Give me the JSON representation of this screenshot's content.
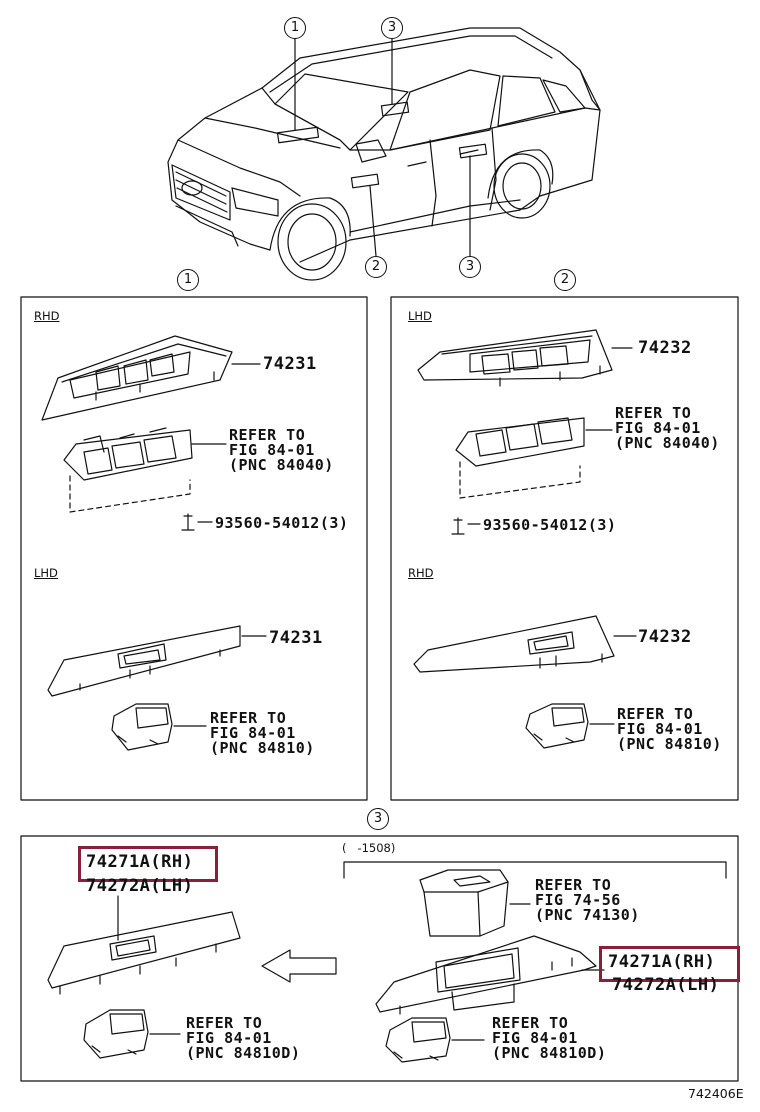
{
  "callouts": {
    "c1": "1",
    "c2": "2",
    "c3": "3"
  },
  "panel1": {
    "rhd": {
      "tag": "RHD",
      "part": "74231",
      "refer": "REFER TO\nFIG 84-01\n(PNC 84040)",
      "screw": "93560-54012(3)"
    },
    "lhd": {
      "tag": "LHD",
      "part": "74231",
      "refer": "REFER TO\nFIG 84-01\n(PNC 84810)"
    }
  },
  "panel2": {
    "lhd": {
      "tag": "LHD",
      "part": "74232",
      "refer": "REFER TO\nFIG 84-01\n(PNC 84040)",
      "screw": "93560-54012(3)"
    },
    "rhd": {
      "tag": "RHD",
      "part": "74232",
      "refer": "REFER TO\nFIG 84-01\n(PNC 84810)"
    }
  },
  "panel3": {
    "left": {
      "part_rh": "74271A(RH)",
      "part_lh": "74272A(LH)",
      "refer": "REFER TO\nFIG 84-01\n(PNC 84810D)"
    },
    "right": {
      "range": "(   -1508)",
      "refer_top": "REFER TO\nFIG 74-56\n(PNC 74130)",
      "part_rh": "74271A(RH)",
      "part_lh": "74272A(LH)",
      "refer": "REFER TO\nFIG 84-01\n(PNC 84810D)"
    }
  },
  "figure_id": "742406E",
  "colors": {
    "highlight": "#8a1f3a",
    "line": "#111111"
  }
}
